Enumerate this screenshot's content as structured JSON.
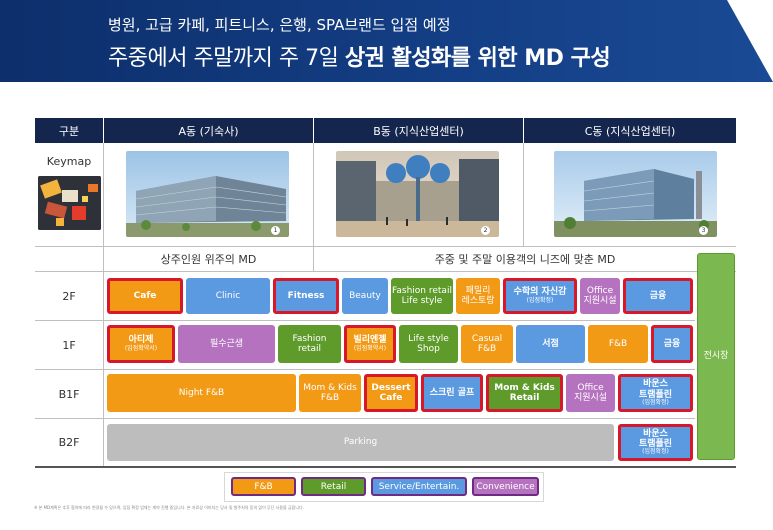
{
  "header": {
    "subtitle": "병원, 고급 카페, 피트니스, 은행, SPA브랜드 입점 예정",
    "title_regular": "주중에서 주말까지 주 7일 ",
    "title_bold": "상권 활성화를 위한 MD 구성"
  },
  "table_header": {
    "col_label": "구분",
    "col_a": "A동 (기숙사)",
    "col_b": "B동 (지식산업센터)",
    "col_c": "C동 (지식산업센터)"
  },
  "rows": {
    "keymap": "Keymap",
    "2f": "2F",
    "1f": "1F",
    "b1f": "B1F",
    "b2f": "B2F"
  },
  "descriptions": {
    "a": "상주인원 위주의 MD",
    "bc": "주중 및 주말 이용객의 니즈에 맞춘 MD"
  },
  "photo_badges": {
    "a": "1",
    "b": "2",
    "c": "3"
  },
  "cells": {
    "f2_cafe": "Cafe",
    "f2_clinic": "Clinic",
    "f2_fitness": "Fitness",
    "f2_beauty": "Beauty",
    "f2_fashion1": "Fashion retail",
    "f2_fashion2": "Life style",
    "f2_family1": "패밀리",
    "f2_family2": "레스토랑",
    "f2_math": "수학의 자신감",
    "f2_math_sub": "(입점확정)",
    "f2_office1": "Office",
    "f2_office2": "지원시설",
    "f2_finance": "금융",
    "f1_atije": "아티제",
    "f1_atije_sub": "(입점확약서)",
    "f1_necessity": "필수근생",
    "f1_fashion1": "Fashion",
    "f1_fashion2": "retail",
    "f1_billi": "빌리엔젤",
    "f1_billi_sub": "(입점확약서)",
    "f1_life1": "Life style",
    "f1_life2": "Shop",
    "f1_casual1": "Casual",
    "f1_casual2": "F&B",
    "f1_bookstore": "서점",
    "f1_fb": "F&B",
    "f1_finance": "금융",
    "b1_night": "Night F&B",
    "b1_mom1": "Mom & Kids",
    "b1_mom2": "F&B",
    "b1_dessert1": "Dessert",
    "b1_dessert2": "Cafe",
    "b1_golf": "스크린 골프",
    "b1_momretail1": "Mom & Kids",
    "b1_momretail2": "Retail",
    "b1_office1": "Office",
    "b1_office2": "지원시설",
    "b1_bounce1": "바운스",
    "b1_bounce2": "트램폴린",
    "b1_bounce_sub": "(입점확정)",
    "b2_parking": "Parking",
    "b2_bounce1": "바운스",
    "b2_bounce2": "트램폴린",
    "b2_bounce_sub": "(입점확정)",
    "exhibition": "전시장"
  },
  "legend": {
    "fb": "F&B",
    "retail": "Retail",
    "service": "Service/Entertain.",
    "convenience": "Convenience"
  },
  "colors": {
    "fb": "#f29a16",
    "retail": "#5f9b2b",
    "service": "#5b9ae0",
    "convenience": "#b573bf",
    "highlight_border": "#d7182a",
    "header_bg": "#14264d"
  },
  "footnote": "※ 본 MD계획은 추후 협의에 따라 변경될 수 있으며, 입점 확정 업체는 계약 진행 중입니다. 본 자료상 이미지는 당사 및 발주처의 동의 없이 무단 사용을 금합니다."
}
